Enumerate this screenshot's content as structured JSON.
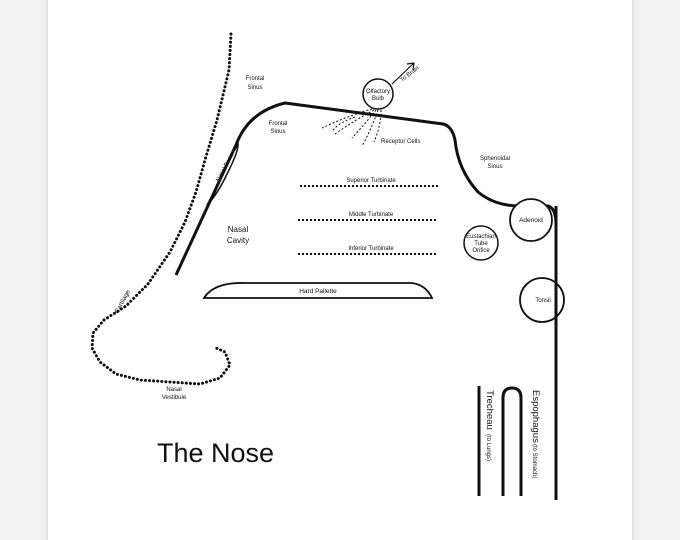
{
  "title": "The Nose",
  "labels": {
    "frontal_sinus_outer": [
      "Frontal",
      "Sinus"
    ],
    "frontal_sinus_inner": [
      "Frontal",
      "Sinus"
    ],
    "nasal_bone": "Nasal Bone",
    "to_brain": "To Brain",
    "olfactory_bulb": [
      "Olfactory",
      "Bulb"
    ],
    "receptor_cells": "Receptor Cells",
    "sphenoidal_sinus": [
      "Sphenoidal",
      "Sinus"
    ],
    "superior_turbinate": "Superior Turbinate",
    "middle_turbinate": "Middle Turbinate",
    "inferior_turbinate": "Inferior Turbinate",
    "nasal_cavity": [
      "Nasal",
      "Cavity"
    ],
    "eustachian_tube": [
      "Eustachian",
      "Tube",
      "Orifice"
    ],
    "adenoid": "Adenoid",
    "tonsil": "Tonsil",
    "hard_pallette": "Hard Pallette",
    "cartilage": "Cartilage",
    "nasal_vestibule": [
      "Nasal",
      "Vestibule"
    ],
    "trachea": "Trecheau",
    "trachea_sub": "(to Lungs)",
    "esophagus": "Espophagus",
    "esophagus_sub": "(to Stomach)"
  }
}
